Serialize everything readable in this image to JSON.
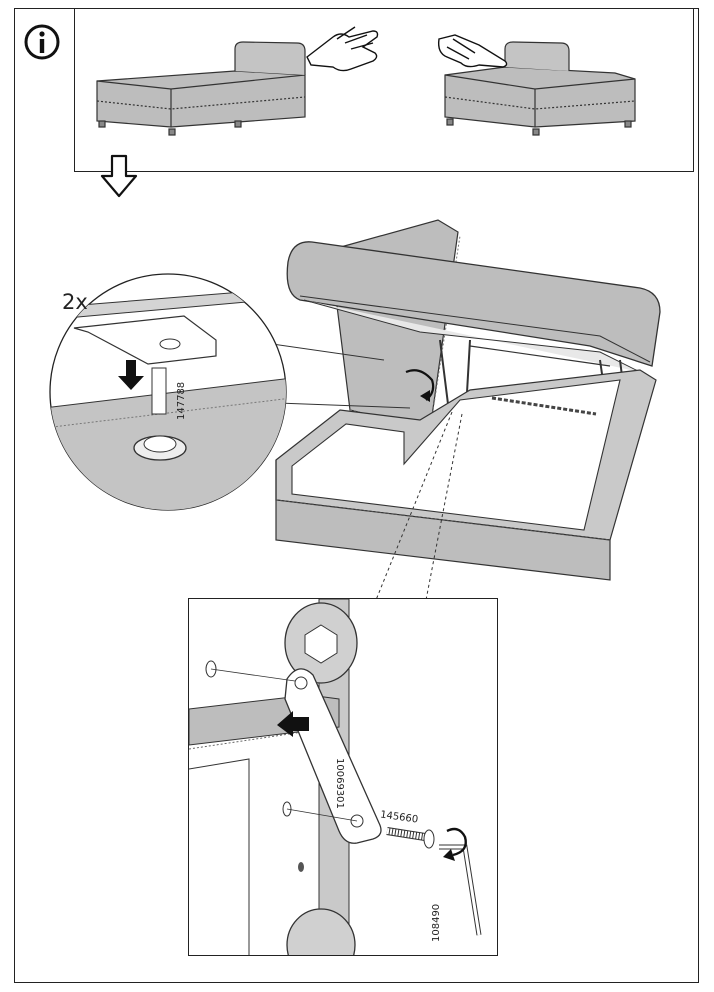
{
  "instruction": {
    "info_symbol": "i",
    "quantity_label": "2x",
    "part_numbers": {
      "pin": "147788",
      "bracket": "10069301",
      "bolt": "145660",
      "allen_key": "108490"
    }
  },
  "icons": [
    "info-icon",
    "hand-press-icon",
    "down-arrow-icon",
    "rotate-arrow-icon",
    "push-arrow-icon"
  ]
}
